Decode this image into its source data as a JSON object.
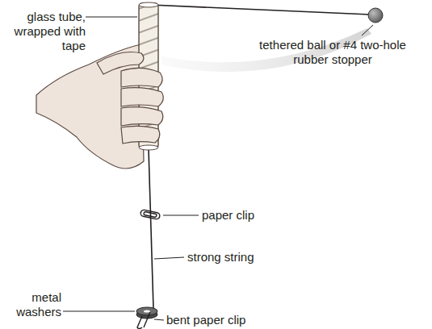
{
  "diagram": {
    "labels": [
      "glass tube, wrapped with tape",
      "tethered ball or #4 two-hole rubber stopper",
      "paper clip",
      "strong string",
      "metal washers",
      "bent paper clip"
    ]
  }
}
